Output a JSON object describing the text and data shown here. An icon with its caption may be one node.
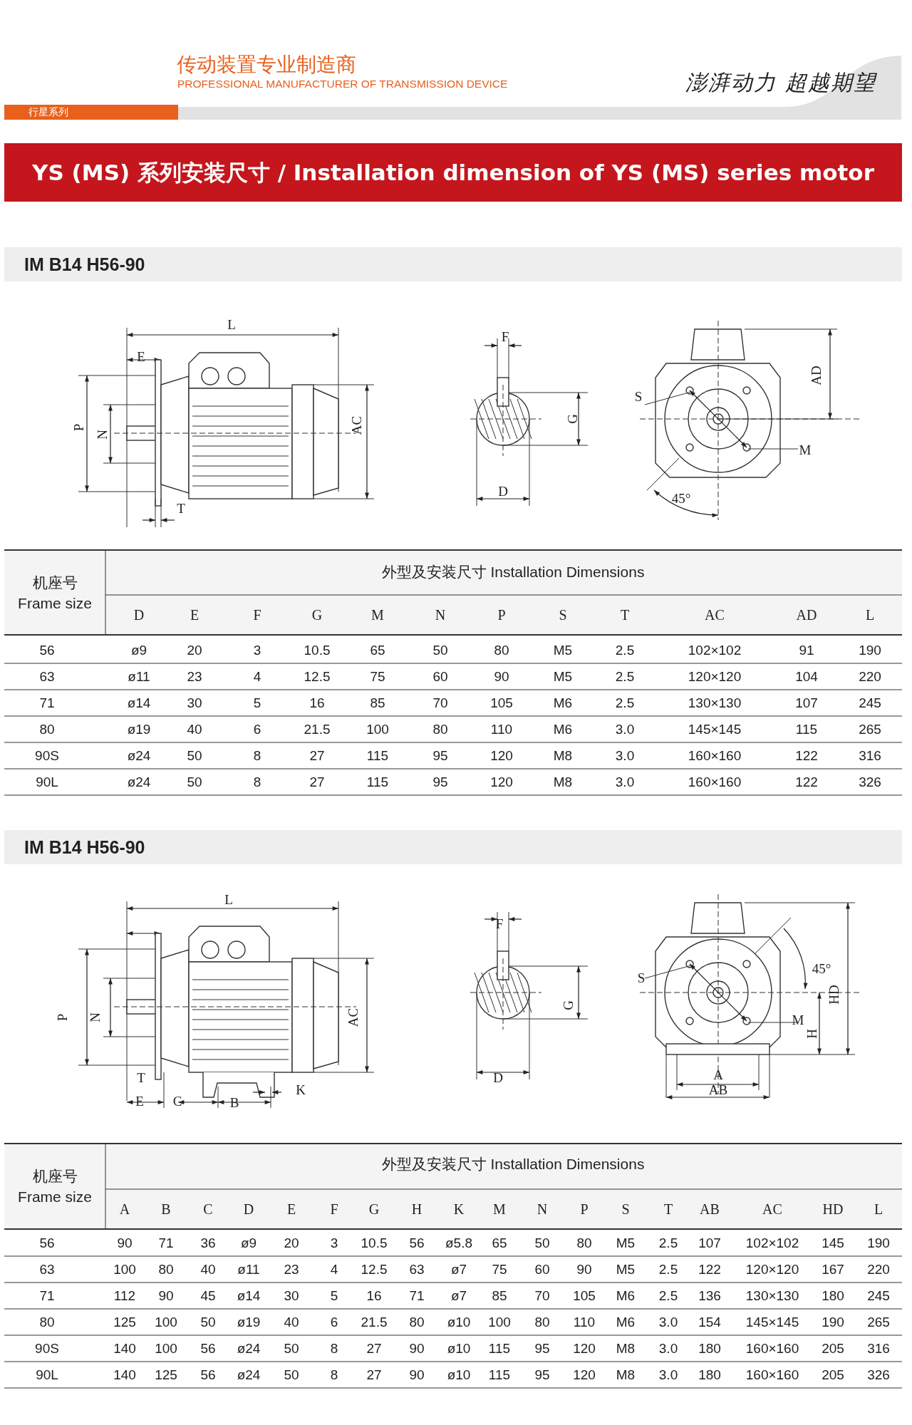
{
  "diagram": {
    "title": "YS (MS) 系列安装尺寸 / Installation dimension of YS (MS) series motor",
    "labels": [
      "传动装置专业制造商",
      "PROFESSIONAL MANUFACTURER OF TRANSMISSION DEVICE",
      "澎湃动力 超越期望",
      "行星系列",
      "IM B14 H56-90",
      "L",
      "F",
      "E",
      "AD",
      "S",
      "G",
      "P",
      "N",
      "AC",
      "M",
      "D",
      "45°",
      "T",
      "机座号 Frame size",
      "外型及安装尺寸 Installation Dimensions",
      "D",
      "E",
      "F",
      "G",
      "M",
      "N",
      "P",
      "S",
      "T",
      "AC",
      "AD",
      "L",
      "56",
      "ø9",
      "20",
      "3",
      "10.5",
      "65",
      "50",
      "80",
      "M5",
      "2.5",
      "102×102",
      "91",
      "190",
      "63",
      "ø11",
      "23",
      "4",
      "12.5",
      "75",
      "60",
      "90",
      "M5",
      "2.5",
      "120×120",
      "104",
      "220",
      "71",
      "ø14",
      "30",
      "5",
      "16",
      "85",
      "70",
      "105",
      "M6",
      "2.5",
      "130×130",
      "107",
      "245",
      "80",
      "ø19",
      "40",
      "6",
      "21.5",
      "100",
      "80",
      "110",
      "M6",
      "3.0",
      "145×145",
      "115",
      "265",
      "90S",
      "ø24",
      "50",
      "8",
      "27",
      "115",
      "95",
      "120",
      "M8",
      "3.0",
      "160×160",
      "122",
      "316",
      "90L",
      "ø24",
      "50",
      "8",
      "27",
      "115",
      "95",
      "120",
      "M8",
      "3.0",
      "160×160",
      "122",
      "326",
      "IM B14 H56-90",
      "L",
      "F",
      "45°",
      "S",
      "HD",
      "G",
      "P",
      "N",
      "AC",
      "M",
      "H",
      "T",
      "D",
      "A",
      "K",
      "AB",
      "E",
      "C",
      "B",
      "机座号 Frame size",
      "外型及安装尺寸 Installation Dimensions",
      "A",
      "B",
      "C",
      "D",
      "E",
      "F",
      "G",
      "H",
      "K",
      "M",
      "N",
      "P",
      "S",
      "T",
      "AB",
      "AC",
      "HD",
      "L",
      "56",
      "90",
      "71",
      "36",
      "ø9",
      "20",
      "3",
      "10.5",
      "56",
      "ø5.8",
      "65",
      "50",
      "80",
      "M5",
      "2.5",
      "107",
      "102×102",
      "145",
      "190",
      "63",
      "100",
      "80",
      "40",
      "ø11",
      "23",
      "4",
      "12.5",
      "63",
      "ø7",
      "75",
      "60",
      "90",
      "M5",
      "2.5",
      "122",
      "120×120",
      "167",
      "220",
      "71",
      "112",
      "90",
      "45",
      "ø14",
      "30",
      "5",
      "16",
      "71",
      "ø7",
      "85",
      "70",
      "105",
      "M6",
      "2.5",
      "136",
      "130×130",
      "180",
      "245",
      "80",
      "125",
      "100",
      "50",
      "ø19",
      "40",
      "6",
      "21.5",
      "80",
      "ø10",
      "100",
      "80",
      "110",
      "M6",
      "3.0",
      "154",
      "145×145",
      "190",
      "265",
      "90S",
      "140",
      "100",
      "56",
      "ø24",
      "50",
      "8",
      "27",
      "90",
      "ø10",
      "115",
      "95",
      "120",
      "M8",
      "3.0",
      "180",
      "160×160",
      "205",
      "316",
      "90L",
      "140",
      "125",
      "56",
      "ø24",
      "50",
      "8",
      "27",
      "90",
      "ø10",
      "115",
      "95",
      "120",
      "M8",
      "3.0",
      "180",
      "160×160",
      "205",
      "326"
    ]
  }
}
